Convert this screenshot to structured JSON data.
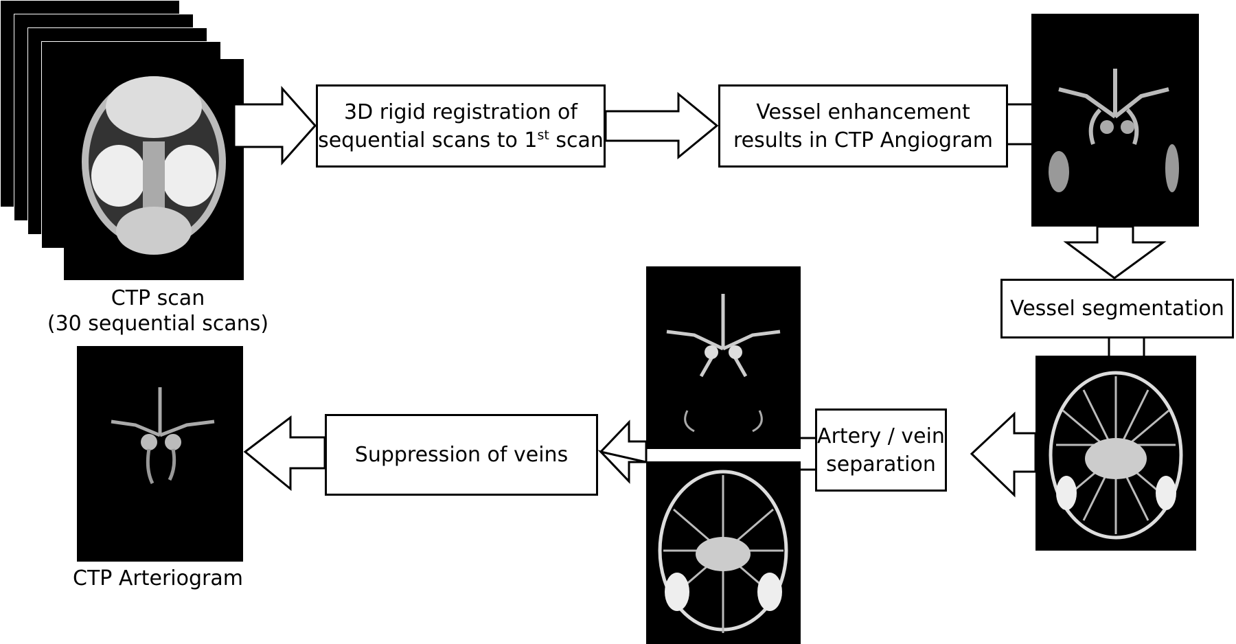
{
  "steps": {
    "registration": {
      "line1": "3D rigid registration of",
      "line2_before": "sequential scans to 1",
      "line2_sup": "st",
      "line2_after": " scan"
    },
    "enhancement": {
      "line1": "Vessel enhancement",
      "line2": "results in CTP Angiogram"
    },
    "segmentation": {
      "label": "Vessel segmentation"
    },
    "separation": {
      "line1": "Artery / vein",
      "line2": "separation"
    },
    "suppression": {
      "label": "Suppression of veins"
    }
  },
  "captions": {
    "ctp_scan": {
      "line1": "CTP scan",
      "line2": "(30 sequential scans)"
    },
    "arteriogram": {
      "label": "CTP Arteriogram"
    }
  },
  "colors": {
    "stroke": "#000000",
    "box_fill": "#ffffff",
    "image_bg": "#000000"
  }
}
